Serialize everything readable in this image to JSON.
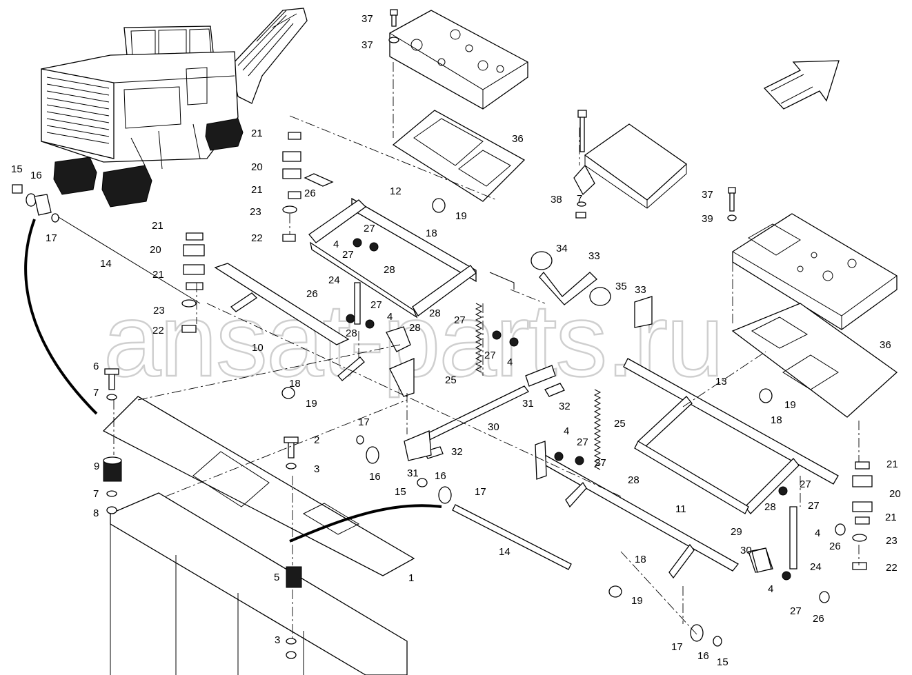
{
  "watermark": "ansat-parts.ru",
  "callouts": [
    "1",
    "2",
    "3",
    "3",
    "4",
    "4",
    "4",
    "4",
    "4",
    "4",
    "5",
    "6",
    "7",
    "7",
    "7",
    "8",
    "9",
    "10",
    "11",
    "12",
    "13",
    "14",
    "14",
    "15",
    "15",
    "15",
    "16",
    "16",
    "16",
    "16",
    "17",
    "17",
    "17",
    "17",
    "18",
    "18",
    "18",
    "18",
    "19",
    "19",
    "19",
    "19",
    "20",
    "20",
    "20",
    "21",
    "21",
    "21",
    "21",
    "21",
    "21",
    "22",
    "22",
    "22",
    "23",
    "23",
    "23",
    "24",
    "24",
    "25",
    "25",
    "26",
    "26",
    "26",
    "26",
    "27",
    "27",
    "27",
    "27",
    "27",
    "27",
    "27",
    "27",
    "27",
    "27",
    "28",
    "28",
    "28",
    "28",
    "28",
    "28",
    "29",
    "30",
    "30",
    "31",
    "31",
    "32",
    "32",
    "33",
    "33",
    "34",
    "35",
    "36",
    "36",
    "37",
    "37",
    "37",
    "38",
    "39"
  ],
  "icons": [
    "direction-arrow-icon",
    "milling-machine-illustration"
  ]
}
